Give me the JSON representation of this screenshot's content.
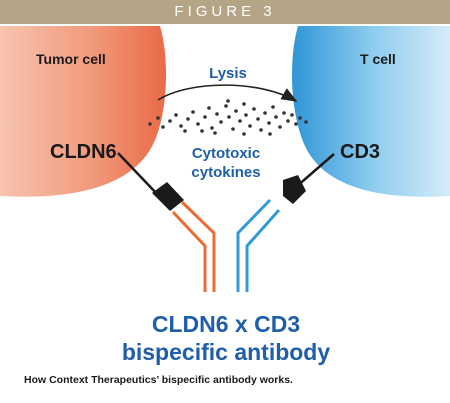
{
  "header": {
    "title": "FIGURE 3"
  },
  "tumor_cell": {
    "label": "Tumor cell",
    "receptor": "CLDN6"
  },
  "t_cell": {
    "label": "T cell",
    "receptor": "CD3"
  },
  "lysis": {
    "label": "Lysis"
  },
  "cytokines": {
    "line1": "Cytotoxic",
    "line2": "cytokines"
  },
  "antibody": {
    "line1": "CLDN6 x CD3",
    "line2": "bispecific antibody"
  },
  "caption": {
    "text": "How Context Therapeutics’ bispecific antibody works."
  },
  "colors": {
    "header": "#b3a586",
    "tumor": "#ee7a5a",
    "tcell": "#3ea2da",
    "antibody_left": "#ec6c34",
    "antibody_right": "#2f9ad6",
    "blue_text": "#1f5ea8"
  }
}
